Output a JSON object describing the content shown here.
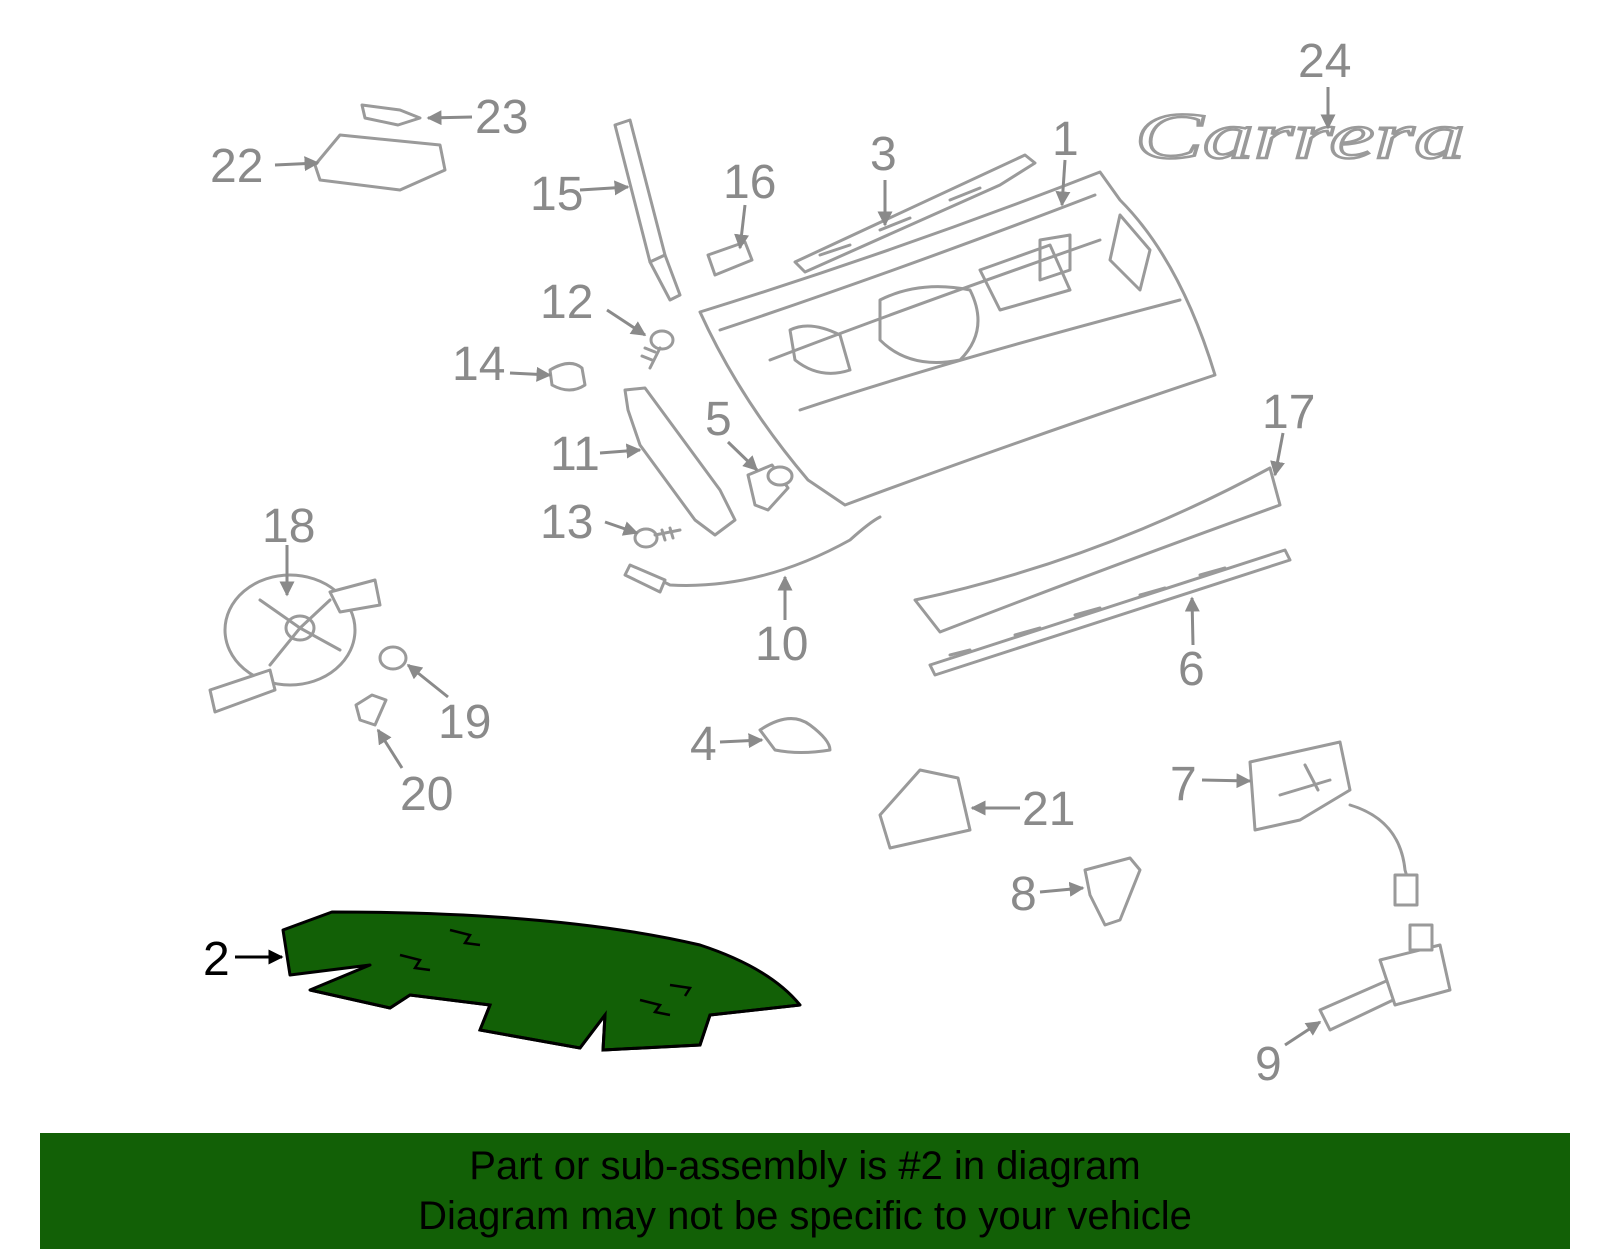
{
  "highlight_color": "#126006",
  "callout_color": "#8a8a8a",
  "callouts": {
    "c1": "1",
    "c2": "2",
    "c3": "3",
    "c4": "4",
    "c5": "5",
    "c6": "6",
    "c7": "7",
    "c8": "8",
    "c9": "9",
    "c10": "10",
    "c11": "11",
    "c12": "12",
    "c13": "13",
    "c14": "14",
    "c15": "15",
    "c16": "16",
    "c17": "17",
    "c18": "18",
    "c19": "19",
    "c20": "20",
    "c21": "21",
    "c22": "22",
    "c23": "23",
    "c24": "24"
  },
  "emblem_text": "Carrera",
  "banner": {
    "line1": "Part or sub-assembly is #2 in diagram",
    "line2": "Diagram may not be specific to your vehicle"
  }
}
